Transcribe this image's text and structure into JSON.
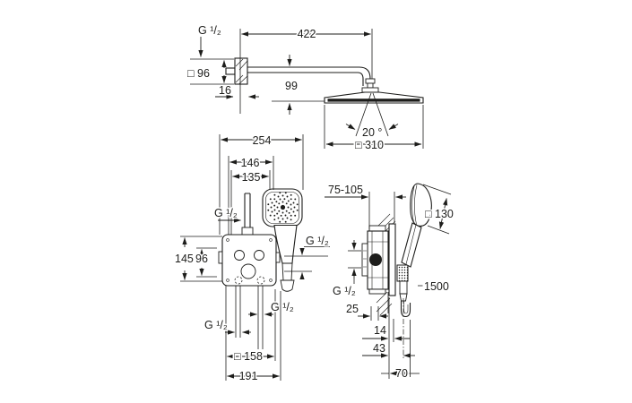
{
  "drawing": {
    "background_color": "#ffffff",
    "line_color": "#1d1d1b",
    "views": {
      "top": {
        "thread": "G ¹/₂",
        "arm_length": "422",
        "plate_size": "□ 96",
        "plate_thickness": "16",
        "drop_height": "99",
        "spray_angle": "20 °",
        "head_size": "□ 310"
      },
      "front": {
        "width_total": "254",
        "width_146": "146",
        "width_135": "135",
        "thread_top": "G ¹/₂",
        "height_145": "145",
        "height_96": "96",
        "thread_hand_shower": "G ¹/₂",
        "thread_outlet_right": "G ¹/₂",
        "thread_outlet_left": "G ¹/₂",
        "plate_size": "□ 158",
        "width_bottom": "191"
      },
      "side": {
        "install_depth": "75-105",
        "hand_shower_size": "□ 130",
        "thread_supply": "G ¹/₂",
        "depth_25": "25",
        "hose_length": "1500",
        "offset_14": "14",
        "offset_43": "43",
        "offset_70": "70"
      }
    }
  }
}
